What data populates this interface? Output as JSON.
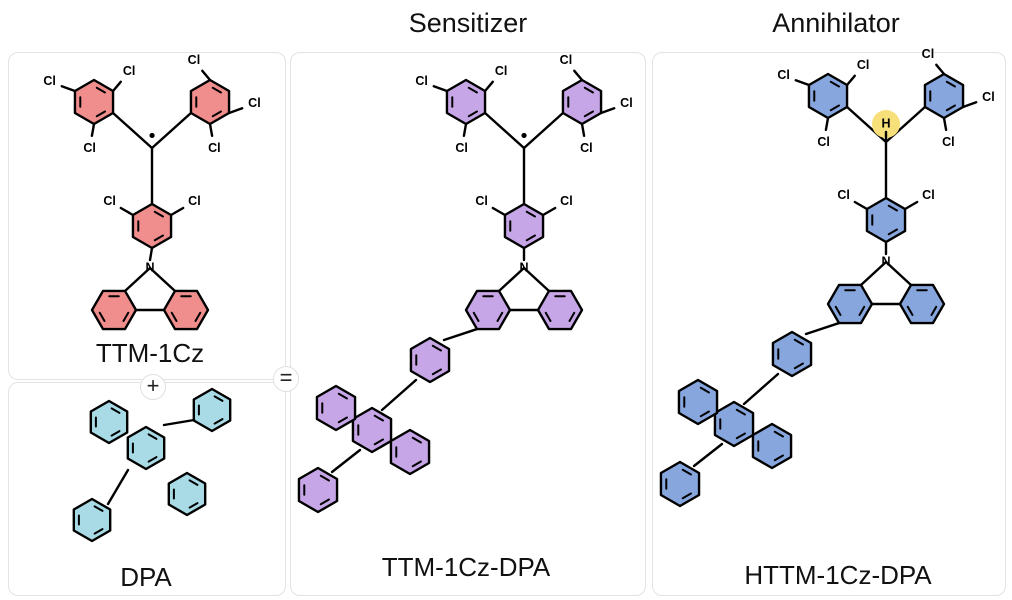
{
  "headers": {
    "sensitizer": "Sensitizer",
    "annihilator": "Annihilator"
  },
  "molecules": {
    "ttm_1cz": {
      "label": "TTM-1Cz",
      "fill": "#f08d8d"
    },
    "dpa": {
      "label": "DPA",
      "fill": "#a8dbe6"
    },
    "ttm_1cz_dpa": {
      "label": "TTM-1Cz-DPA",
      "fill": "#c6a6e6"
    },
    "httm_1cz_dpa": {
      "label": "HTTM-1Cz-DPA",
      "fill": "#86a6dd"
    }
  },
  "atoms": {
    "chlorine": "Cl",
    "nitrogen": "N",
    "hydrogen": "H"
  },
  "radical_dot": "•",
  "operators": {
    "plus": "+",
    "equals": "="
  },
  "colors": {
    "hydrogen_highlight": "#f7e07a"
  }
}
